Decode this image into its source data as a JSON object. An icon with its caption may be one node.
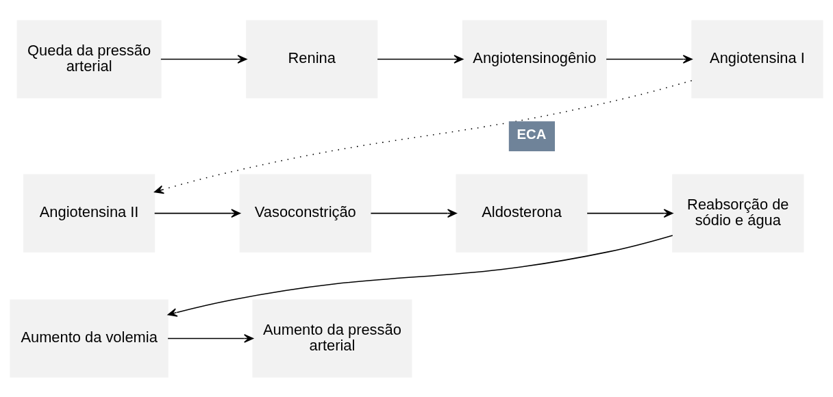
{
  "diagram": {
    "nodes": [
      {
        "text": [
          "Queda da pressão arterial"
        ]
      },
      {
        "text": [
          "Renina"
        ]
      },
      {
        "text": [
          "Angiotensinogênio"
        ]
      },
      {
        "text": [
          "Angiotensina I"
        ]
      },
      {
        "text": [
          "Angiotensina II"
        ]
      },
      {
        "text": [
          "Vasoconstrição"
        ]
      },
      {
        "text": [
          "Aldosterona"
        ]
      },
      {
        "text": [
          "Reabsorção de sódio e água"
        ]
      },
      {
        "text": [
          "Aumento da volemia"
        ]
      },
      {
        "text": [
          "Aumento da pressão arterial"
        ]
      }
    ],
    "edges": [
      {
        "from": 0,
        "to": 1,
        "arrow": "to"
      },
      {
        "from": 1,
        "to": 2,
        "arrow": "to"
      },
      {
        "from": 2,
        "to": 3,
        "arrow": "to"
      },
      {
        "from": 3,
        "to": 4,
        "arrow": "to",
        "label": "ECA",
        "style": "dashed"
      },
      {
        "from": 4,
        "to": 5,
        "arrow": "to"
      },
      {
        "from": 5,
        "to": 6,
        "arrow": "to"
      },
      {
        "from": 6,
        "to": 7,
        "arrow": "to"
      },
      {
        "from": 7,
        "to": 8,
        "arrow": "to"
      },
      {
        "from": 8,
        "to": 9,
        "arrow": "to"
      }
    ]
  }
}
